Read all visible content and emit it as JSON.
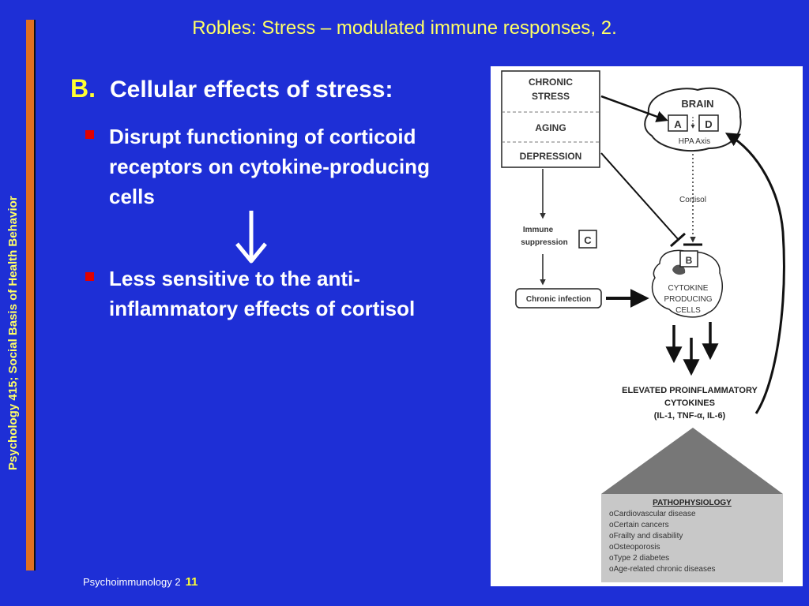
{
  "slide": {
    "title": "Robles: Stress – modulated immune responses, 2.",
    "vertical_label": "Psychology 415; Social Basis of Health Behavior",
    "section_letter": "B.",
    "section_heading": "Cellular effects of stress:",
    "bullets": [
      "Disrupt functioning of corticoid receptors on cytokine-producing cells",
      "Less sensitive to the anti-inflammatory effects of cortisol"
    ],
    "footer_text": "Psychoimmunology 2",
    "page_number": "11",
    "colors": {
      "background": "#1e2fd6",
      "title": "#ffff66",
      "accent_bar": "#e07020",
      "bullet": "#e00000"
    }
  },
  "diagram": {
    "left_stack": [
      "CHRONIC STRESS",
      "AGING",
      "DEPRESSION"
    ],
    "brain": {
      "title": "BRAIN",
      "box_a": "A",
      "box_d": "D",
      "axis": "HPA Axis"
    },
    "cortisol_label": "Cortisol",
    "immune_suppression": "Immune suppression",
    "box_c": "C",
    "box_b": "B",
    "chronic_infection": "Chronic infection",
    "cytokine_cells": [
      "CYTOKINE",
      "PRODUCING",
      "CELLS"
    ],
    "elevated": [
      "ELEVATED PROINFLAMMATORY",
      "CYTOKINES",
      "(IL-1, TNF-α, IL-6)"
    ],
    "pathophysiology": {
      "title": "PATHOPHYSIOLOGY",
      "items": [
        "Cardiovascular disease",
        "Certain cancers",
        "Frailty and disability",
        "Osteoporosis",
        "Type 2 diabetes",
        "Age-related chronic diseases"
      ]
    }
  }
}
